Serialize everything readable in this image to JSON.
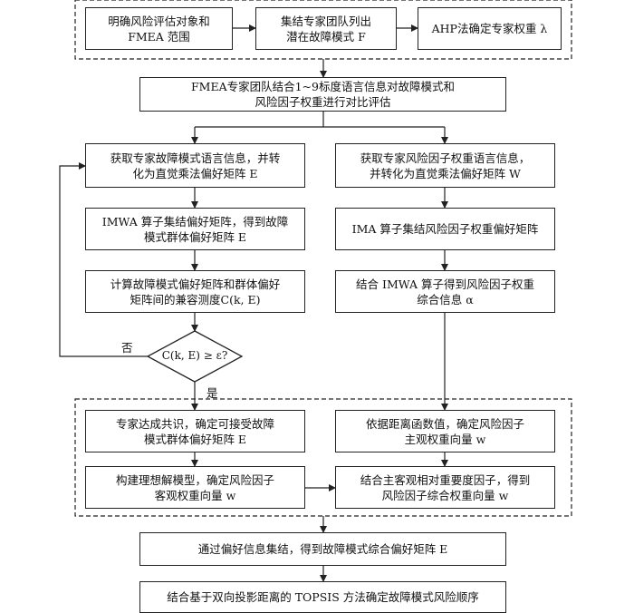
{
  "top_row": {
    "box1": [
      "明确风险评估对象和",
      "FMEA 范围"
    ],
    "box2": [
      "集结专家团队列出",
      "潜在故障模式 F"
    ],
    "box3": [
      "AHP法确定专家权重 λ"
    ]
  },
  "fmea_eval": [
    "FMEA专家团队结合1~9标度语言信息对故障模式和",
    "风险因子权重进行对比评估"
  ],
  "left_col": {
    "get_mode_info": [
      "获取专家故障模式语言信息，并转",
      "化为直觉乘法偏好矩阵 E"
    ],
    "imwa_aggregate": [
      "IMWA 算子集结偏好矩阵，得到故障",
      "模式群体偏好矩阵 E"
    ],
    "compat": [
      "计算故障模式偏好矩阵和群体偏好",
      "矩阵间的兼容测度C(k, E)"
    ]
  },
  "right_col": {
    "get_weight_info": [
      "获取专家风险因子权重语言信息，",
      "并转化为直觉乘法偏好矩阵 W"
    ],
    "ima_aggregate": [
      "IMA 算子集结风险因子权重偏好矩阵"
    ],
    "combine_info": [
      "结合 IMWA 算子得到风险因子权重",
      "综合信息 α"
    ]
  },
  "decision": {
    "text": "C(k, E) ≥ ε?",
    "no": "否",
    "yes": "是"
  },
  "lower_group": {
    "consensus": [
      "专家达成共识，确定可接受故障",
      "模式群体偏好矩阵 E"
    ],
    "ideal_model": [
      "构建理想解模型，确定风险因子",
      "客观权重向量 w"
    ],
    "distance": [
      "依据距离函数值，确定风险因子",
      "主观权重向量 w"
    ],
    "combined_weight": [
      "结合主客观相对重要度因子，得到",
      "风险因子综合权重向量 w"
    ]
  },
  "final1": [
    "通过偏好信息集结，得到故障模式综合偏好矩阵 E"
  ],
  "final2": [
    "结合基于双向投影距离的 TOPSIS 方法确定故障模式风险顺序"
  ]
}
